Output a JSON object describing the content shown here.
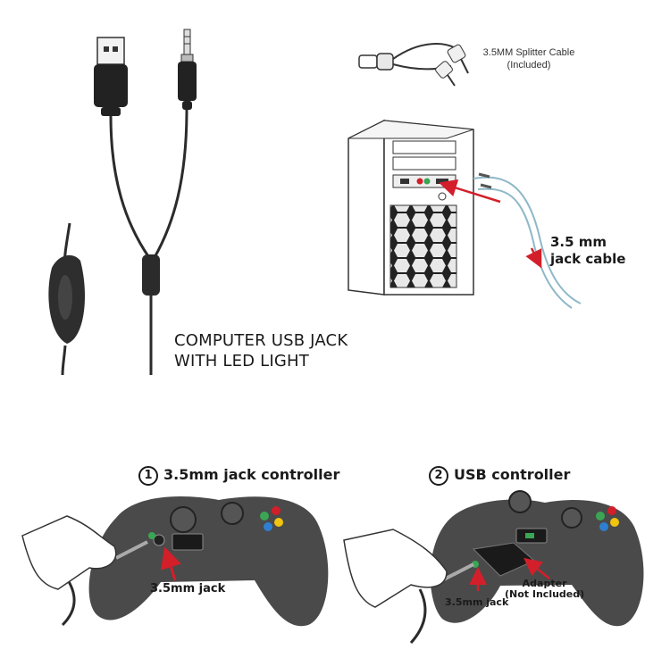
{
  "usb_caption": {
    "line1": "COMPUTER USB JACK",
    "line2": "WITH LED LIGHT"
  },
  "splitter_caption": {
    "line1": "3.5MM Splitter Cable",
    "line2": "(Included)"
  },
  "jack_cable_caption": {
    "line1": "3.5 mm",
    "line2": "jack cable"
  },
  "controller_1": {
    "number": "1",
    "title": "3.5mm jack controller",
    "port_label": "3.5mm jack"
  },
  "controller_2": {
    "number": "2",
    "title": "USB controller",
    "port_label": "3.5mm jack",
    "adapter_line1": "Adapter",
    "adapter_line2": "(Not Included)"
  },
  "colors": {
    "arrow": "#d31f2a",
    "controller": "#4a4a4a",
    "cable": "#2b2b2b",
    "splitter_cable": "#8fb8c8"
  }
}
